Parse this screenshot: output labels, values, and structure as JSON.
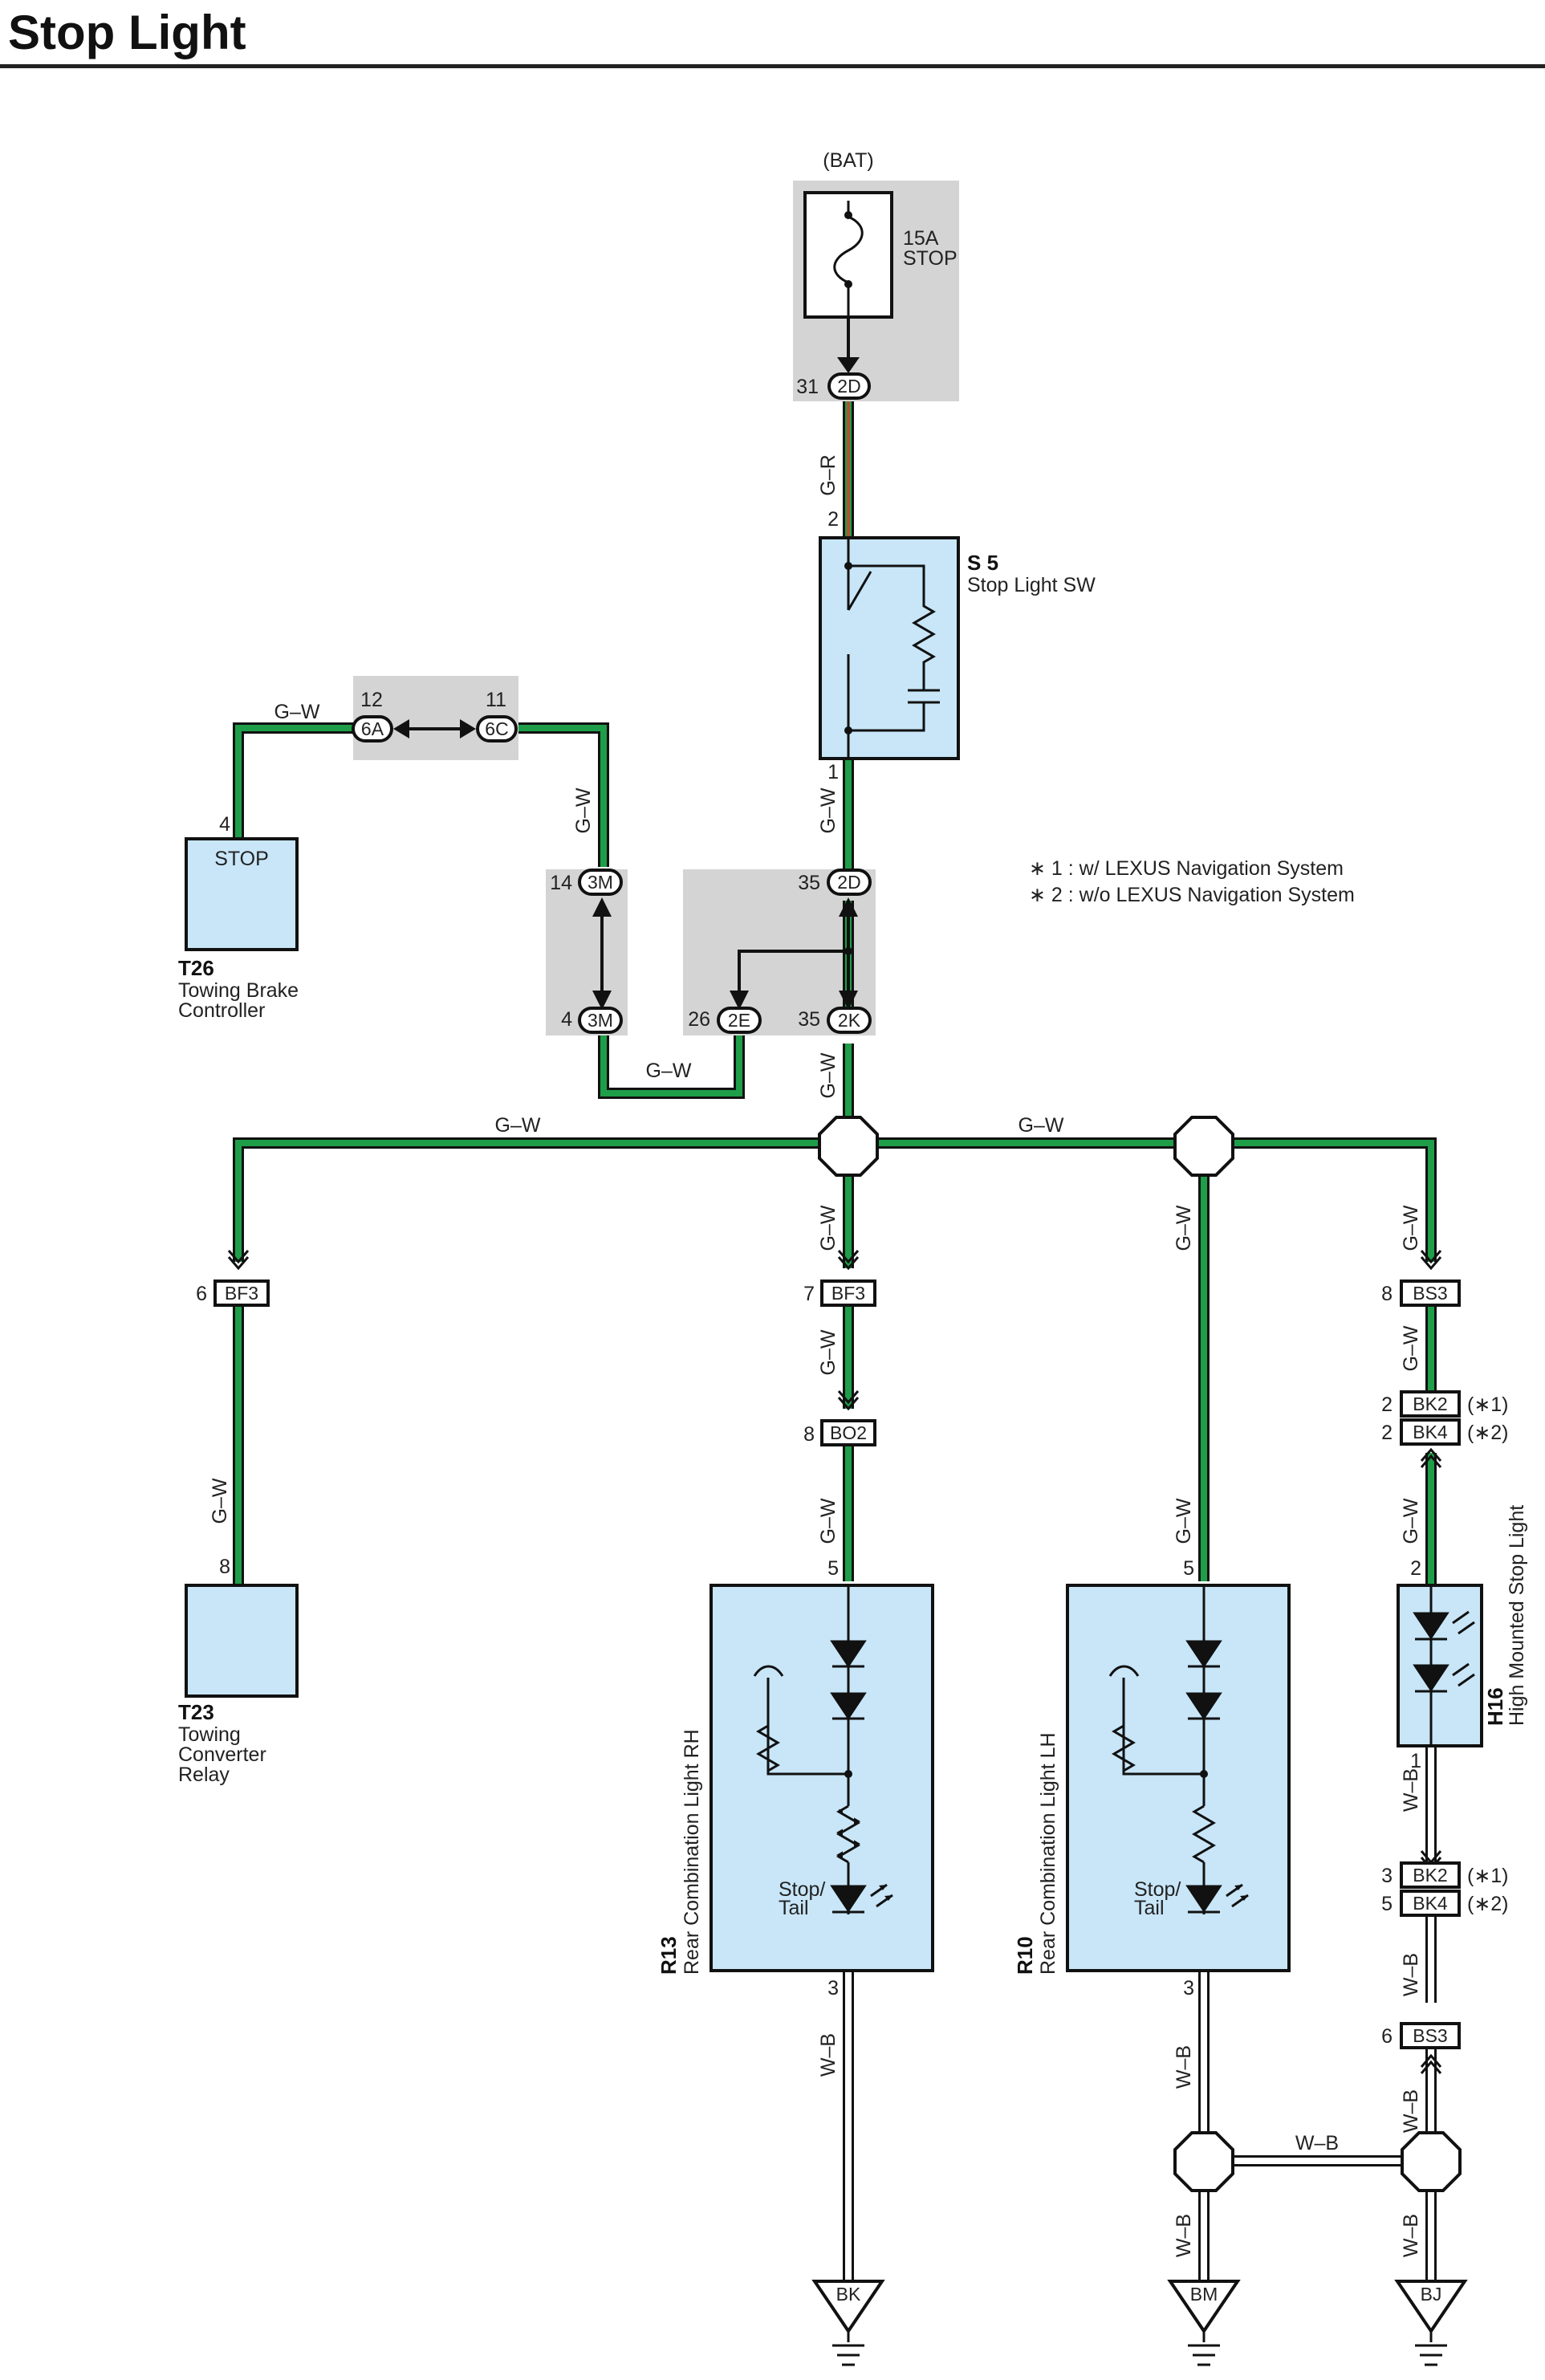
{
  "title": "Stop Light",
  "power": {
    "source": "(BAT)",
    "fuse_amp": "15A",
    "fuse_name": "STOP",
    "pin": "31",
    "connector": "2D"
  },
  "stop_switch": {
    "code": "S 5",
    "name": "Stop Light SW",
    "pin_in": "2",
    "pin_out": "1"
  },
  "wires": {
    "gr": "G–R",
    "gw": "G–W",
    "wb": "W–B"
  },
  "connectors": {
    "c6a": {
      "id": "6A",
      "pin": "12"
    },
    "c6c": {
      "id": "6C",
      "pin": "11"
    },
    "c3m_top": {
      "id": "3M",
      "pin": "14"
    },
    "c3m_bot": {
      "id": "3M",
      "pin": "4"
    },
    "c2d_mid": {
      "id": "2D",
      "pin": "35"
    },
    "c2e": {
      "id": "2E",
      "pin": "26"
    },
    "c2k": {
      "id": "2K",
      "pin": "35"
    },
    "bf3_left": {
      "id": "BF3",
      "pin": "6"
    },
    "bf3_mid": {
      "id": "BF3",
      "pin": "7"
    },
    "bo2": {
      "id": "BO2",
      "pin": "8"
    },
    "bs3_top": {
      "id": "BS3",
      "pin": "8"
    },
    "bk2_top": {
      "id": "BK2",
      "pin": "2",
      "note": "(∗1)"
    },
    "bk4_top": {
      "id": "BK4",
      "pin": "2",
      "note": "(∗2)"
    },
    "bk2_bot": {
      "id": "BK2",
      "pin": "3",
      "note": "(∗1)"
    },
    "bk4_bot": {
      "id": "BK4",
      "pin": "5",
      "note": "(∗2)"
    },
    "bs3_bot": {
      "id": "BS3",
      "pin": "6"
    }
  },
  "notes": [
    "∗ 1 : w/ LEXUS Navigation System",
    "∗ 2 : w/o LEXUS Navigation System"
  ],
  "towing_brake_controller": {
    "code": "T26",
    "name_line1": "Towing Brake",
    "name_line2": "Controller",
    "inner_label": "STOP",
    "pin": "4"
  },
  "towing_converter_relay": {
    "code": "T23",
    "name_line1": "Towing",
    "name_line2": "Converter",
    "name_line3": "Relay",
    "pin": "8"
  },
  "rear_rh": {
    "code": "R13",
    "name": "Rear Combination Light RH",
    "pin_in": "5",
    "pin_out": "3",
    "lamp_line1": "Stop/",
    "lamp_line2": "Tail"
  },
  "rear_lh": {
    "code": "R10",
    "name": "Rear Combination Light LH",
    "pin_in": "5",
    "pin_out": "3",
    "lamp_line1": "Stop/",
    "lamp_line2": "Tail"
  },
  "high_mount": {
    "code": "H16",
    "name": "High Mounted Stop Light",
    "pin_in": "2",
    "pin_out": "1"
  },
  "grounds": [
    "BK",
    "BM",
    "BJ"
  ],
  "colors": {
    "green_wire": "#1e9e48",
    "red_stripe": "#e03a2a",
    "component_fill": "#c8e6f8",
    "junction_bg": "#d4d4d4",
    "line": "#111111"
  }
}
